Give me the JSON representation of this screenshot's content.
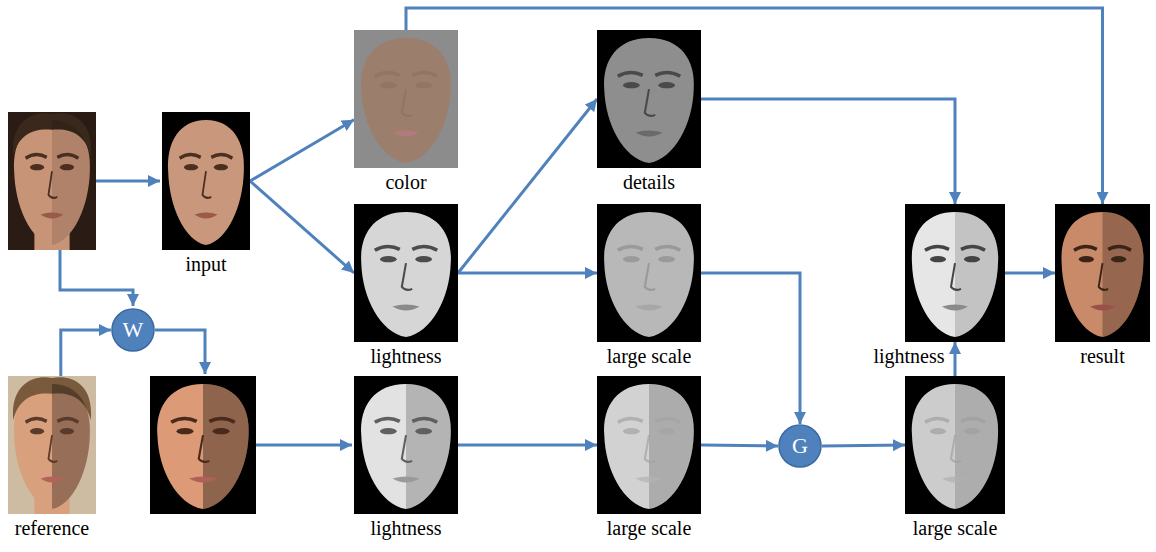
{
  "diagram": {
    "nodes": [
      {
        "text": [
          "input"
        ]
      },
      {
        "text": [
          "reference"
        ]
      },
      {
        "text": [
          "W"
        ]
      },
      {
        "text": [
          "color"
        ]
      },
      {
        "text": [
          "lightness"
        ]
      },
      {
        "text": [
          "lightness"
        ]
      },
      {
        "text": [
          "details"
        ]
      },
      {
        "text": [
          "large scale"
        ]
      },
      {
        "text": [
          "large scale"
        ]
      },
      {
        "text": [
          "G"
        ]
      },
      {
        "text": [
          "lightness"
        ]
      },
      {
        "text": [
          "large scale"
        ]
      },
      {
        "text": [
          "result"
        ]
      }
    ],
    "edges": [
      {
        "from": 0,
        "to": 3,
        "arrow": "to"
      },
      {
        "from": 0,
        "to": 4,
        "arrow": "to"
      },
      {
        "from": 1,
        "to": 2,
        "arrow": "to"
      },
      {
        "from": 3,
        "to": 12,
        "arrow": "to"
      },
      {
        "from": 4,
        "to": 6,
        "arrow": "to"
      },
      {
        "from": 4,
        "to": 7,
        "arrow": "to"
      },
      {
        "from": 5,
        "to": 8,
        "arrow": "to"
      },
      {
        "from": 6,
        "to": 10,
        "arrow": "to"
      },
      {
        "from": 7,
        "to": 9,
        "arrow": "to"
      },
      {
        "from": 8,
        "to": 9,
        "arrow": "to"
      },
      {
        "from": 9,
        "to": 11,
        "arrow": "to"
      },
      {
        "from": 11,
        "to": 10,
        "arrow": "to"
      },
      {
        "from": 10,
        "to": 12,
        "arrow": "to"
      }
    ]
  }
}
